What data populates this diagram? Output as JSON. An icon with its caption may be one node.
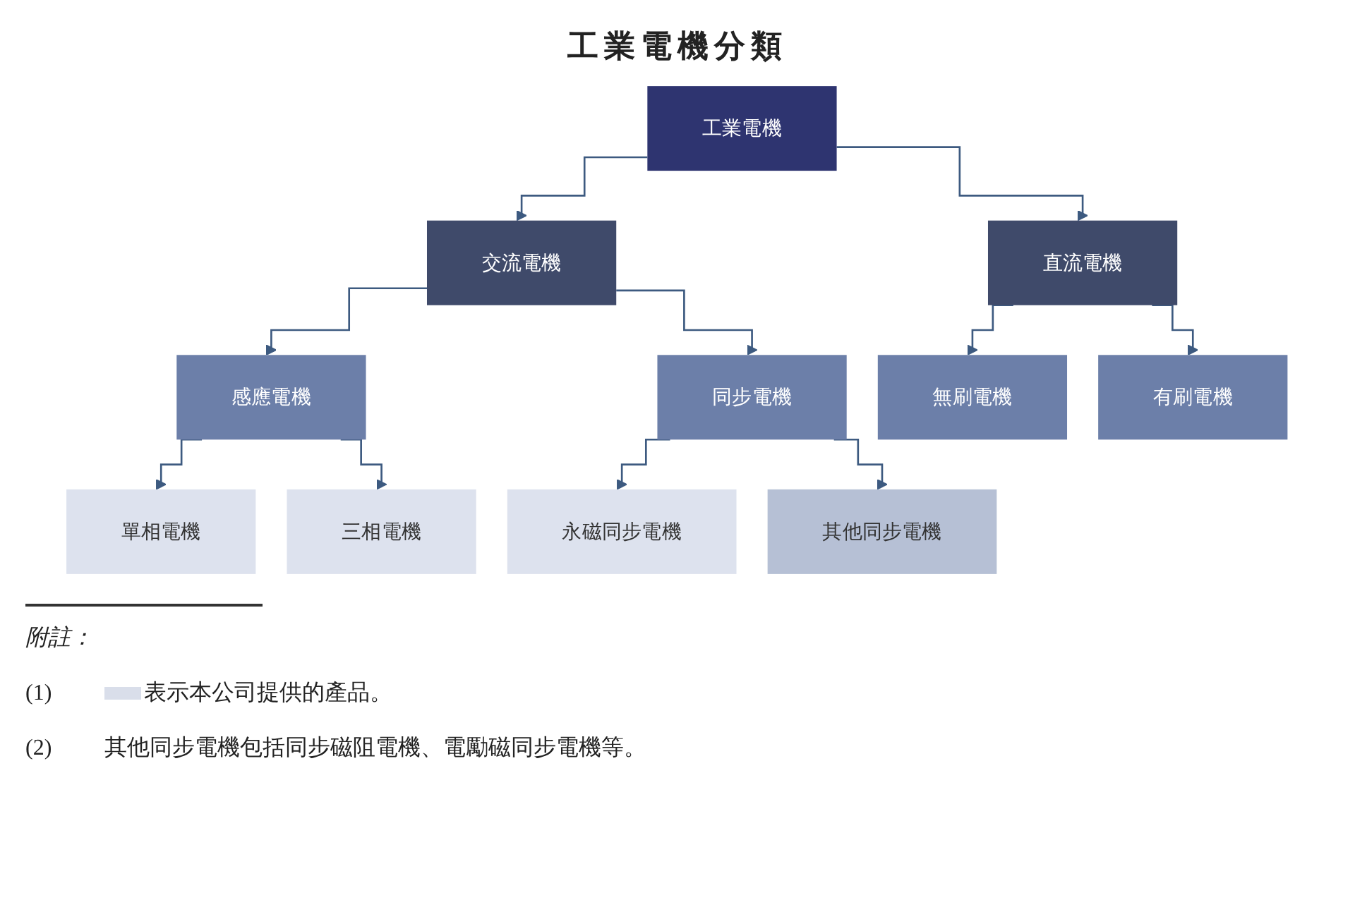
{
  "diagram": {
    "title": "工業電機分類",
    "nodes": [
      {
        "text": [
          "工業電機"
        ]
      },
      {
        "text": [
          "交流電機"
        ]
      },
      {
        "text": [
          "直流電機"
        ]
      },
      {
        "text": [
          "感應電機"
        ]
      },
      {
        "text": [
          "同步電機"
        ]
      },
      {
        "text": [
          "無刷電機"
        ]
      },
      {
        "text": [
          "有刷電機"
        ]
      },
      {
        "text": [
          "單相電機"
        ]
      },
      {
        "text": [
          "三相電機"
        ]
      },
      {
        "text": [
          "永磁同步電機"
        ]
      },
      {
        "text": [
          "其他同步電機"
        ]
      }
    ],
    "edges": [
      {
        "from": 0,
        "to": 1,
        "arrow": "to"
      },
      {
        "from": 0,
        "to": 2,
        "arrow": "to"
      },
      {
        "from": 1,
        "to": 3,
        "arrow": "to"
      },
      {
        "from": 1,
        "to": 4,
        "arrow": "to"
      },
      {
        "from": 2,
        "to": 5,
        "arrow": "to"
      },
      {
        "from": 2,
        "to": 6,
        "arrow": "to"
      },
      {
        "from": 3,
        "to": 7,
        "arrow": "to"
      },
      {
        "from": 3,
        "to": 8,
        "arrow": "to"
      },
      {
        "from": 4,
        "to": 9,
        "arrow": "to"
      },
      {
        "from": 4,
        "to": 10,
        "arrow": "to"
      }
    ],
    "labels": [
      "附註：",
      "(1)",
      "(2)",
      "其他同步電機包括同步磁阻電機、電勵磁同步電機等。"
    ],
    "legend": [
      {
        "text": "表示本公司提供的產品。",
        "color": "#d9deea"
      }
    ]
  }
}
